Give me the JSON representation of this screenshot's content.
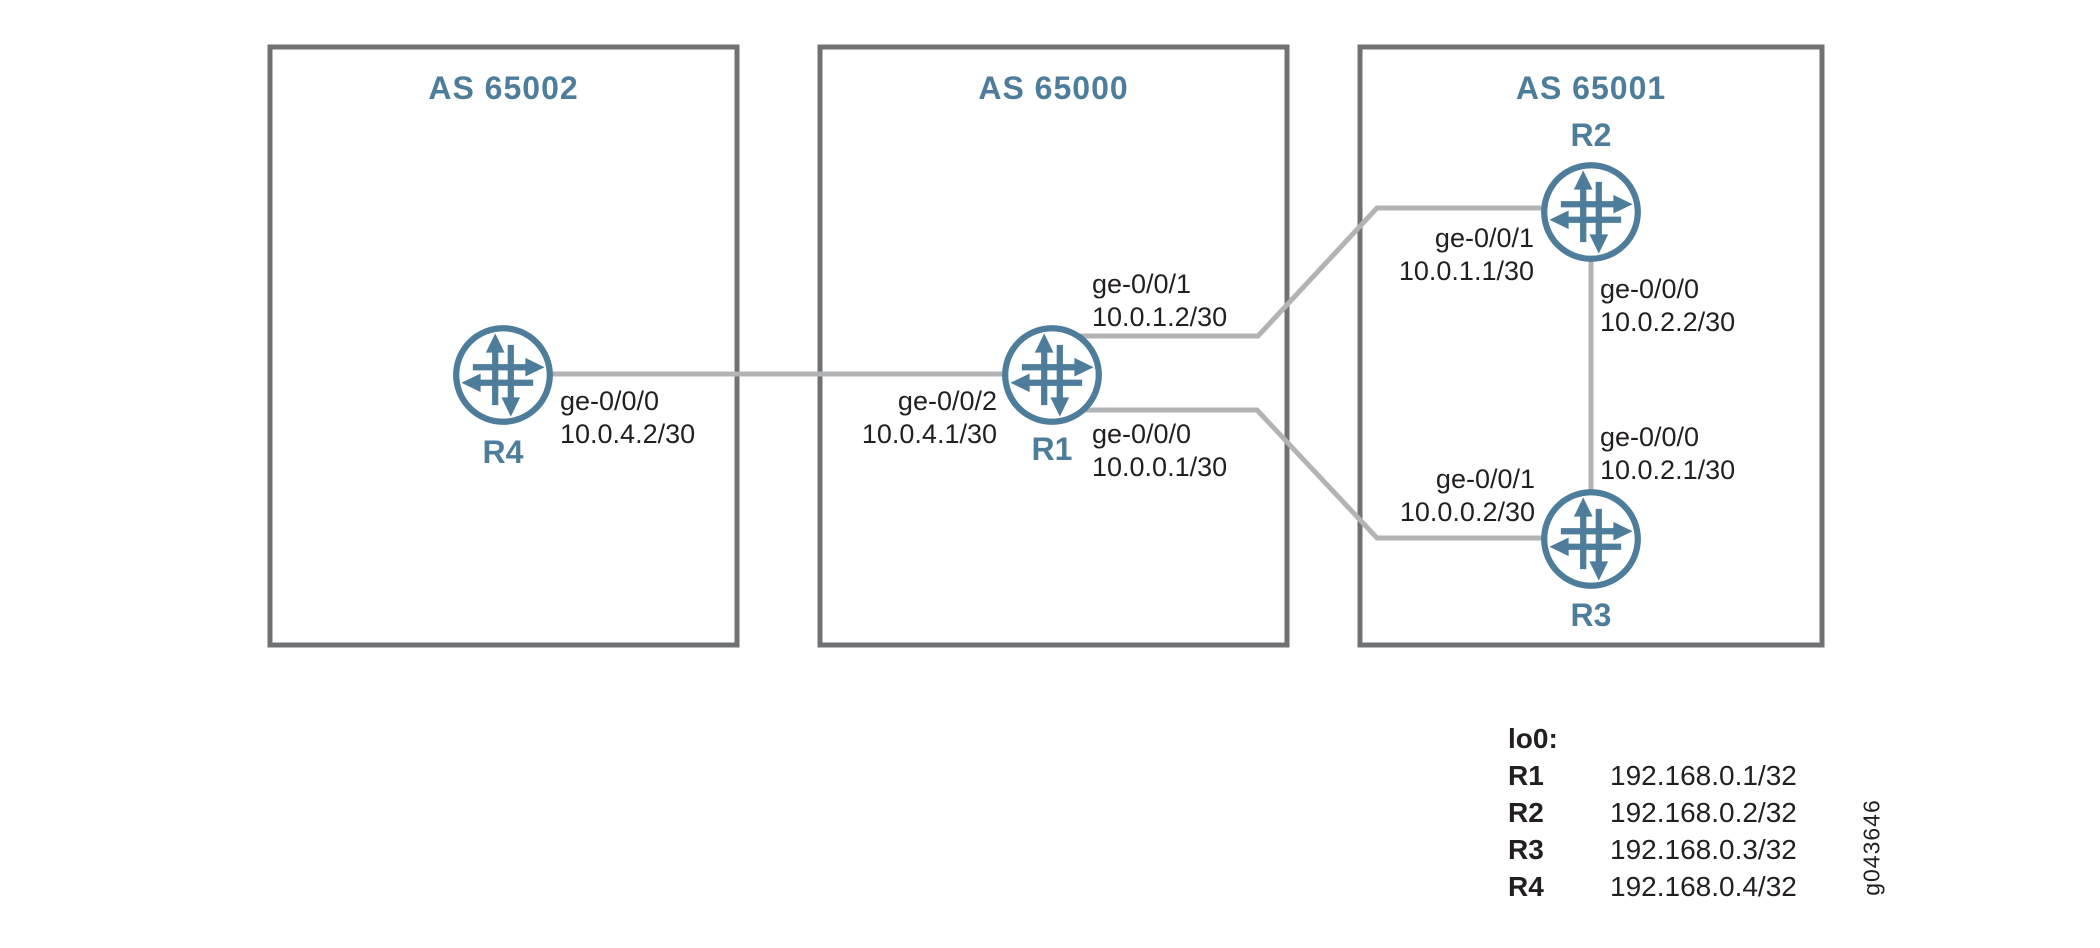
{
  "diagram": {
    "as_boxes": [
      {
        "label": "AS 65002",
        "routers": [
          "R4"
        ]
      },
      {
        "label": "AS 65000",
        "routers": [
          "R1"
        ]
      },
      {
        "label": "AS 65001",
        "routers": [
          "R2",
          "R3"
        ]
      }
    ],
    "routers": [
      {
        "label": "R1"
      },
      {
        "label": "R2"
      },
      {
        "label": "R3"
      },
      {
        "label": "R4"
      }
    ],
    "links": [
      {
        "name": "R4-R1",
        "endpoints": [
          {
            "router": "R4",
            "interface": "ge-0/0/0",
            "address": "10.0.4.2/30"
          },
          {
            "router": "R1",
            "interface": "ge-0/0/2",
            "address": "10.0.4.1/30"
          }
        ]
      },
      {
        "name": "R1-R2",
        "endpoints": [
          {
            "router": "R1",
            "interface": "ge-0/0/1",
            "address": "10.0.1.2/30"
          },
          {
            "router": "R2",
            "interface": "ge-0/0/1",
            "address": "10.0.1.1/30"
          }
        ]
      },
      {
        "name": "R1-R3",
        "endpoints": [
          {
            "router": "R1",
            "interface": "ge-0/0/0",
            "address": "10.0.0.1/30"
          },
          {
            "router": "R3",
            "interface": "ge-0/0/1",
            "address": "10.0.0.2/30"
          }
        ]
      },
      {
        "name": "R2-R3",
        "endpoints": [
          {
            "router": "R2",
            "interface": "ge-0/0/0",
            "address": "10.0.2.2/30"
          },
          {
            "router": "R3",
            "interface": "ge-0/0/0",
            "address": "10.0.2.1/30"
          }
        ]
      }
    ],
    "legend": {
      "title": "lo0:",
      "rows": [
        {
          "router": "R1",
          "address": "192.168.0.1/32"
        },
        {
          "router": "R2",
          "address": "192.168.0.2/32"
        },
        {
          "router": "R3",
          "address": "192.168.0.3/32"
        },
        {
          "router": "R4",
          "address": "192.168.0.4/32"
        }
      ]
    },
    "figure_id": "g043646",
    "colors": {
      "accent_blue": "#4e7d9b",
      "border_gray": "#6f7173",
      "link_gray": "#b1b3b5",
      "text_dark": "#231f20",
      "background": "#ffffff"
    }
  }
}
